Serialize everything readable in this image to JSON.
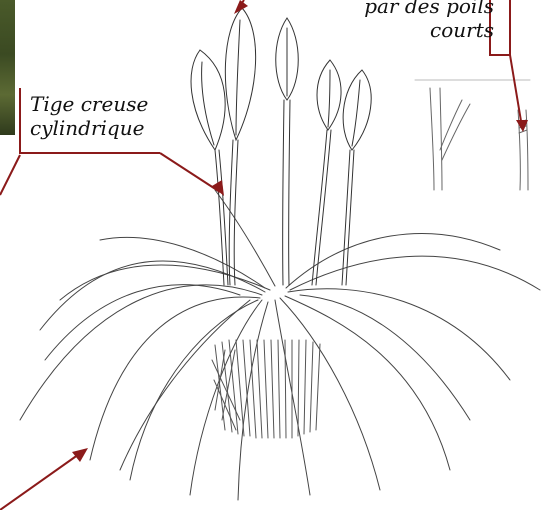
{
  "annotations": {
    "stem": {
      "line1": "Tige creuse",
      "line2": "cylindrique"
    },
    "hairs": {
      "line1": "par des poils",
      "line2": "courts"
    }
  },
  "colors": {
    "callout": "#8b1a1a",
    "ink": "#333333",
    "photo": "#4a5a2a"
  }
}
